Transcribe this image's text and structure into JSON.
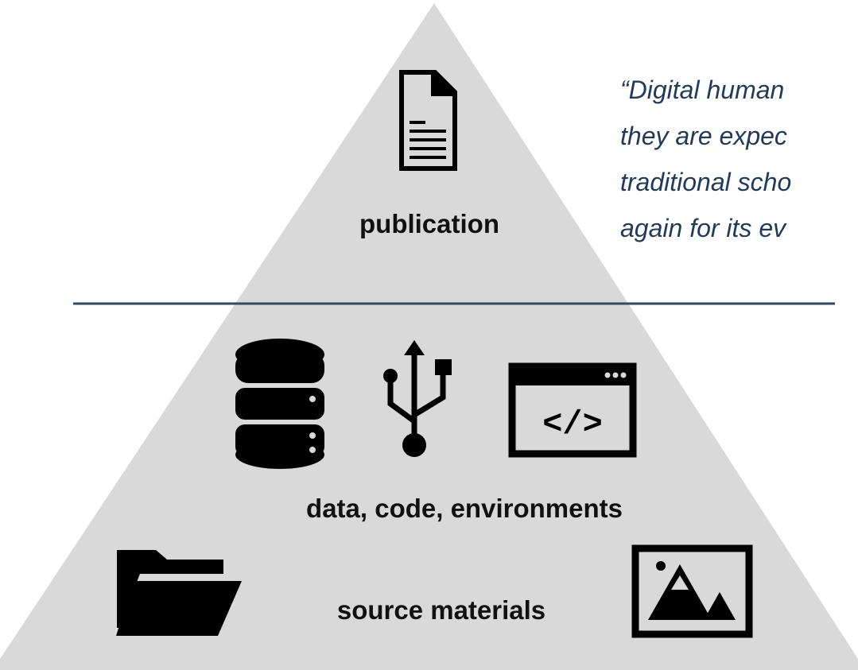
{
  "colors": {
    "background": "#ffffff",
    "pyramid": "#d9d9d9",
    "divider": "#2e4a68",
    "icon": "#000000",
    "quote_text": "#1f3a5a"
  },
  "pyramid": {
    "top": {
      "label": "publication",
      "icon": "document-icon"
    },
    "middle": {
      "label": "data, code, environments",
      "icons": [
        "database-icon",
        "usb-icon",
        "code-window-icon"
      ]
    },
    "bottom": {
      "label": "source materials",
      "icons": [
        "folder-icon",
        "image-icon"
      ]
    }
  },
  "quote": {
    "lines": [
      "“Digital human",
      "they are expec",
      "traditional scho",
      "again for its ev"
    ]
  }
}
